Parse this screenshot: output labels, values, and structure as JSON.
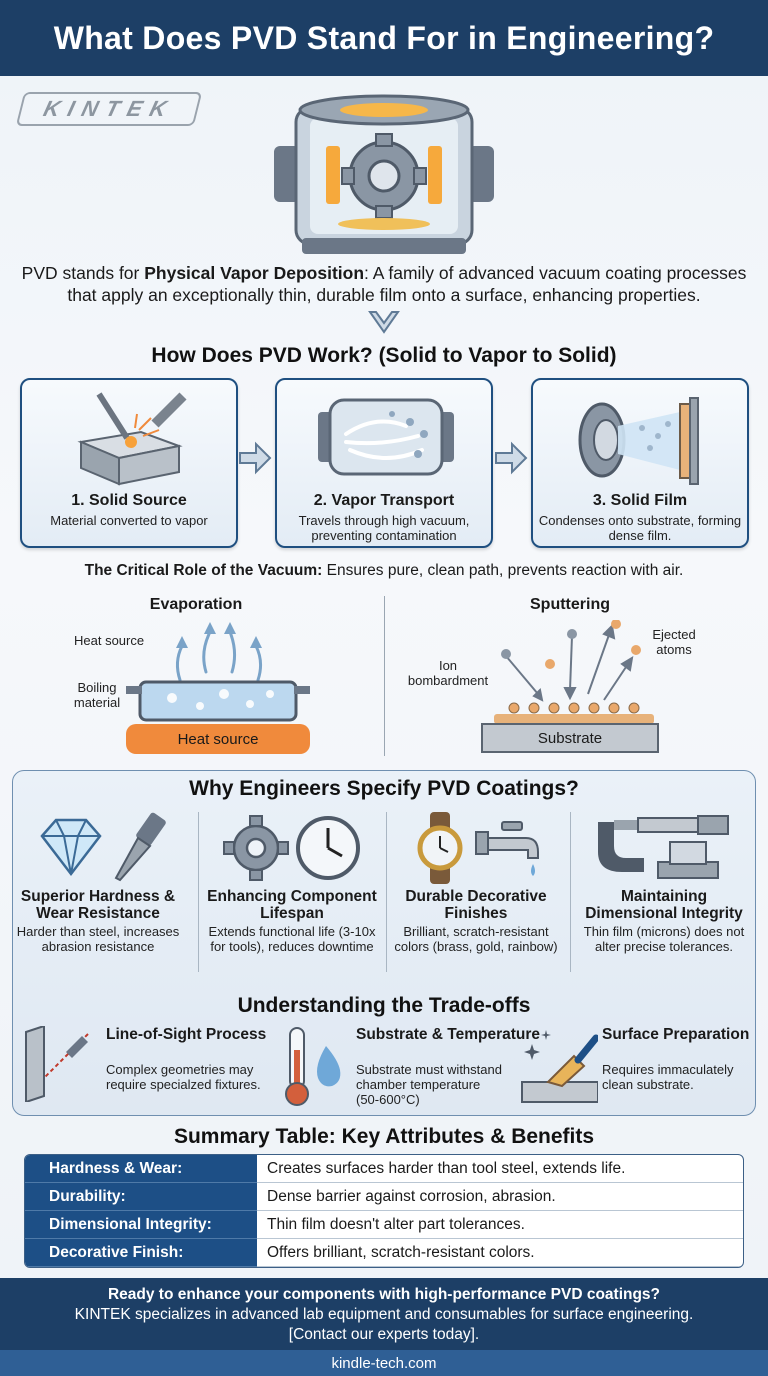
{
  "header": {
    "title": "What Does PVD Stand For in Engineering?"
  },
  "logo": {
    "text": "KINTEK"
  },
  "intro": {
    "prefix": "PVD stands for ",
    "term": "Physical Vapor Deposition",
    "suffix_line1": ": A family of advanced vacuum coating processes",
    "line2": "that apply an exceptionally thin, durable film onto a surface, enhancing properties."
  },
  "how": {
    "title": "How Does PVD Work? (Solid to Vapor to Solid)",
    "steps": [
      {
        "title": "1. Solid Source",
        "desc": "Material converted to vapor",
        "icon": "solid-source-icon"
      },
      {
        "title": "2. Vapor Transport",
        "desc": "Travels through high vacuum, preventing contamination",
        "icon": "vapor-chamber-icon"
      },
      {
        "title": "3. Solid Film",
        "desc": "Condenses onto substrate, forming dense film.",
        "icon": "film-deposition-icon"
      }
    ],
    "vacuum_bold": "The Critical Role of the Vacuum:",
    "vacuum_text": " Ensures pure, clean path, prevents reaction with air."
  },
  "methods": {
    "evaporation": {
      "title": "Evaporation",
      "heat_label": "Heat source",
      "boiling_label": "Boiling material",
      "base_label": "Heat source"
    },
    "sputtering": {
      "title": "Sputtering",
      "ion_label": "Ion bombardment",
      "ejected_label": "Ejected atoms",
      "substrate_label": "Substrate"
    }
  },
  "why": {
    "title": "Why Engineers Specify PVD Coatings?",
    "benefits": [
      {
        "title": "Superior Hardness & Wear Resistance",
        "desc": "Harder than steel, increases abrasion resistance",
        "icons": [
          "diamond-icon",
          "drill-bit-icon"
        ]
      },
      {
        "title": "Enhancing Component Lifespan",
        "desc": "Extends functional life (3-10x for tools), reduces downtime",
        "icons": [
          "gear-icon",
          "clock-icon"
        ]
      },
      {
        "title": "Durable Decorative Finishes",
        "desc": "Brilliant, scratch-resistant colors (brass, gold, rainbow)",
        "icons": [
          "watch-icon",
          "faucet-icon"
        ]
      },
      {
        "title": "Maintaining Dimensional Integrity",
        "desc": "Thin film (microns) does not alter precise tolerances.",
        "icons": [
          "micrometer-icon",
          "cylinder-part-icon"
        ]
      }
    ]
  },
  "tradeoffs": {
    "title": "Understanding the Trade-offs",
    "items": [
      {
        "title": "Line-of-Sight Process",
        "desc": "Complex geometries may require specialzed fixtures.",
        "icon": "line-of-sight-icon"
      },
      {
        "title": "Substrate & Temperature",
        "desc": "Substrate must withstand chamber temperature (50-600°C)",
        "icon": "thermometer-icon"
      },
      {
        "title": "Surface Preparation",
        "desc": "Requires immaculately clean substrate.",
        "icon": "cleaning-brush-icon"
      }
    ]
  },
  "summary": {
    "title": "Summary Table: Key Attributes & Benefits",
    "rows": [
      {
        "key": "Hardness & Wear:",
        "value": "Creates surfaces harder than tool steel, extends life."
      },
      {
        "key": "Durability:",
        "value": "Dense barrier against corrosion, abrasion."
      },
      {
        "key": "Dimensional Integrity:",
        "value": "Thin film doesn't alter part tolerances."
      },
      {
        "key": "Decorative Finish:",
        "value": "Offers brilliant, scratch-resistant colors."
      }
    ]
  },
  "footer": {
    "line1": "Ready to enhance your components with high-performance PVD coatings?",
    "line2": "KINTEK specializes in advanced lab equipment and consumables for surface engineering.",
    "line3": "[Contact our experts today].",
    "site": "kindle-tech.com"
  },
  "colors": {
    "navy": "#1d3f66",
    "accent_blue": "#1d4f86",
    "heat_orange": "#f08a3c"
  }
}
